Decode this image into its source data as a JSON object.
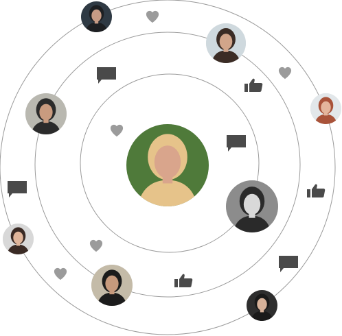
{
  "colors": {
    "orbit_line": "#9a9a9a",
    "icon_dark": "#4a4a4a",
    "icon_light": "#9b9b9b"
  },
  "icons": [
    {
      "name": "heart-icon",
      "kind": "heart",
      "tone": "light"
    },
    {
      "name": "heart-icon",
      "kind": "heart",
      "tone": "light"
    },
    {
      "name": "heart-icon",
      "kind": "heart",
      "tone": "light"
    },
    {
      "name": "heart-icon",
      "kind": "heart",
      "tone": "light"
    },
    {
      "name": "heart-icon",
      "kind": "heart",
      "tone": "light"
    },
    {
      "name": "chat-bubble-icon",
      "kind": "chat",
      "tone": "dark"
    },
    {
      "name": "chat-bubble-icon",
      "kind": "chat",
      "tone": "dark"
    },
    {
      "name": "chat-bubble-icon",
      "kind": "chat",
      "tone": "dark"
    },
    {
      "name": "chat-bubble-icon",
      "kind": "chat",
      "tone": "dark"
    },
    {
      "name": "thumbs-up-icon",
      "kind": "like",
      "tone": "dark"
    },
    {
      "name": "thumbs-up-icon",
      "kind": "like",
      "tone": "dark"
    },
    {
      "name": "thumbs-up-icon",
      "kind": "like",
      "tone": "dark"
    }
  ],
  "avatars": [
    {
      "name": "avatar-center-blonde-woman",
      "palette": [
        "#4f7a3a",
        "#e6c38a",
        "#d9a58c"
      ]
    },
    {
      "name": "avatar-man-top",
      "palette": [
        "#2f3a44",
        "#1d1f22",
        "#c79b85"
      ]
    },
    {
      "name": "avatar-man-beard-top-right",
      "palette": [
        "#cfd9de",
        "#3b2c25",
        "#d2a58a"
      ]
    },
    {
      "name": "avatar-woman-red-hair-right",
      "palette": [
        "#e2e7ea",
        "#a9533a",
        "#e4b59c"
      ]
    },
    {
      "name": "avatar-man-left",
      "palette": [
        "#b9b8b0",
        "#2b2b2b",
        "#c99b7f"
      ]
    },
    {
      "name": "avatar-woman-smiling-bw",
      "palette": [
        "#8c8c8c",
        "#2a2a2a",
        "#d9d9d9"
      ]
    },
    {
      "name": "avatar-woman-left-edge",
      "palette": [
        "#d8d8d8",
        "#3a2a24",
        "#e0b59a"
      ]
    },
    {
      "name": "avatar-man-bottom",
      "palette": [
        "#c4bba8",
        "#1c1c1c",
        "#c79a7d"
      ]
    },
    {
      "name": "avatar-woman-bottom-right",
      "palette": [
        "#2e2e2e",
        "#1a1a1a",
        "#d7b29a"
      ]
    }
  ]
}
